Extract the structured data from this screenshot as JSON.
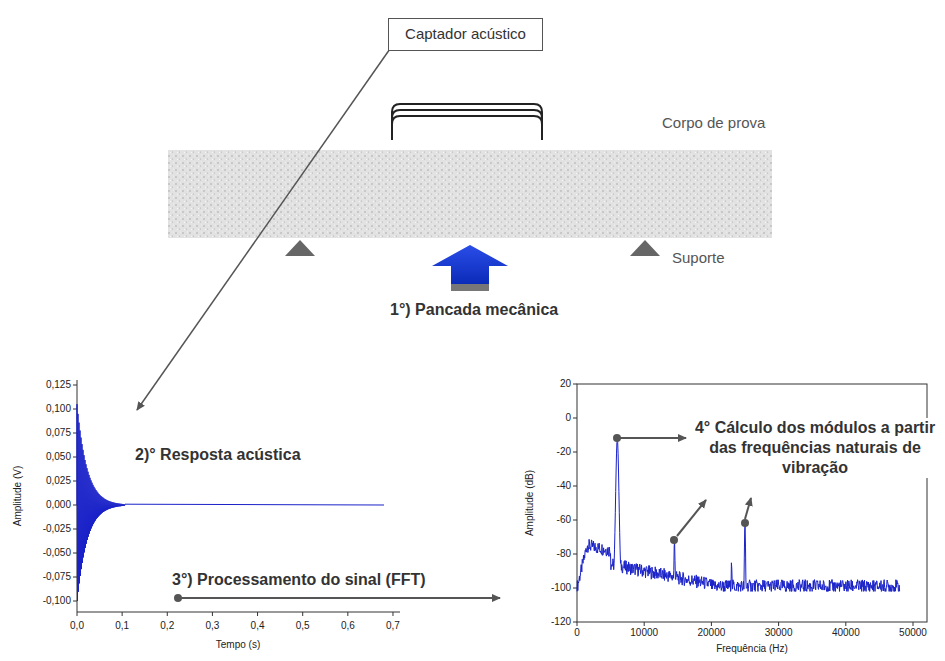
{
  "diagram": {
    "nodes": [
      {
        "text": [
          "Captador acústico"
        ]
      }
    ],
    "labels": [
      "Corpo de prova",
      "Suporte",
      "1°) Pancada mecânica",
      "2)° Resposta acústica",
      "3°) Processamento do sinal (FFT)",
      "4° Cálculo dos módulos a partir das frequências naturais de vibração",
      "Amplitude (V)",
      "Tempo (s)",
      "0,125",
      "0,100",
      "0,075",
      "0,050",
      "0,025",
      "0,000",
      "-0,025",
      "-0,050",
      "-0,075",
      "-0,100",
      "0,0",
      "0,1",
      "0,2",
      "0,3",
      "0,4",
      "0,5",
      "0,6",
      "0,7",
      "Amplitude (dB)",
      "Frequência (Hz)",
      "20",
      "0",
      "-20",
      "-40",
      "-60",
      "-80",
      "-100",
      "-120",
      "0",
      "10000",
      "20000",
      "30000",
      "40000",
      "50000"
    ]
  }
}
